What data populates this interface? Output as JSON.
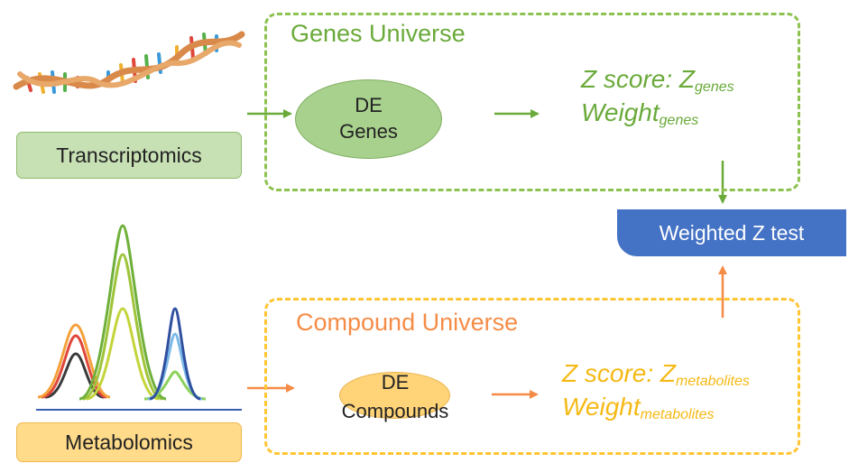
{
  "genes_universe": {
    "title": "Genes Universe",
    "node_line1": "DE",
    "node_line2": "Genes",
    "zscore_label": "Z score: Z",
    "zscore_sub": "genes",
    "weight_label": "Weight",
    "weight_sub": "genes"
  },
  "compound_universe": {
    "title": "Compound Universe",
    "node_line1": "DE",
    "node_line2": "Compounds",
    "zscore_label": "Z score: Z",
    "zscore_sub": "metabolites",
    "weight_label": "Weight",
    "weight_sub": "metabolites"
  },
  "omics": {
    "transcriptomics": "Transcriptomics",
    "metabolomics": "Metabolomics"
  },
  "result": {
    "label": "Weighted Z test"
  },
  "colors": {
    "green": "#6aaa3a",
    "green_dashed": "#8dc24f",
    "orange": "#f58c46",
    "yellow": "#ffc534",
    "blue": "#4472c4"
  },
  "icons": [
    "dna-icon",
    "chromatogram-icon"
  ]
}
